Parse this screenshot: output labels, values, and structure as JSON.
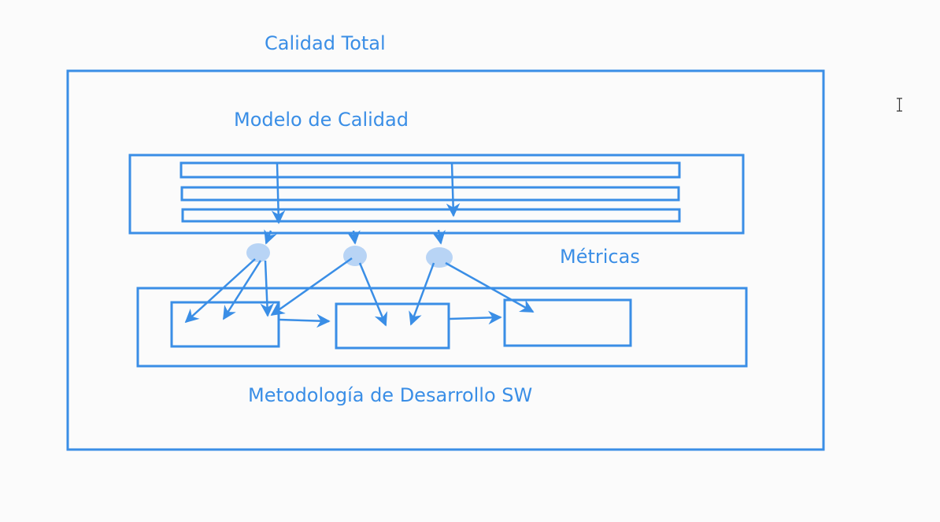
{
  "diagram": {
    "outer_title": "Calidad Total",
    "quality_model_title": "Modelo de Calidad",
    "metrics_label": "Métricas",
    "methodology_title": "Metodología de Desarrollo SW"
  },
  "colors": {
    "stroke": "#3a8ee6",
    "node_fill": "#b8d4f5",
    "background": "#fbfbfb"
  },
  "icons": {
    "cursor": "text-cursor-icon"
  }
}
